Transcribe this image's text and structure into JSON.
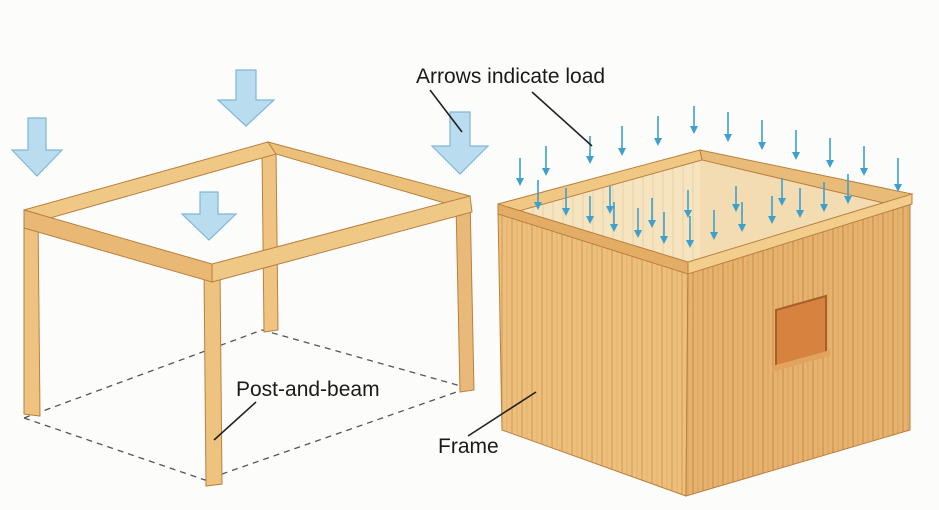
{
  "labels": {
    "arrows": "Arrows indicate load",
    "post_and_beam": "Post-and-beam",
    "frame": "Frame"
  },
  "colors": {
    "wood": "#ecc27f",
    "wood_dark": "#d9a25c",
    "wood_shadow": "#c98d48",
    "arrow_fill": "#b9dcef",
    "arrow_edge": "#7fb7d8",
    "small_arrow": "#3ea0cd",
    "leader_line": "#222222",
    "dashed_floor": "#555555",
    "window": "#d7823f"
  },
  "icons": {
    "large_arrow": "down-arrow-icon",
    "small_arrow": "small-down-arrow-icon"
  }
}
